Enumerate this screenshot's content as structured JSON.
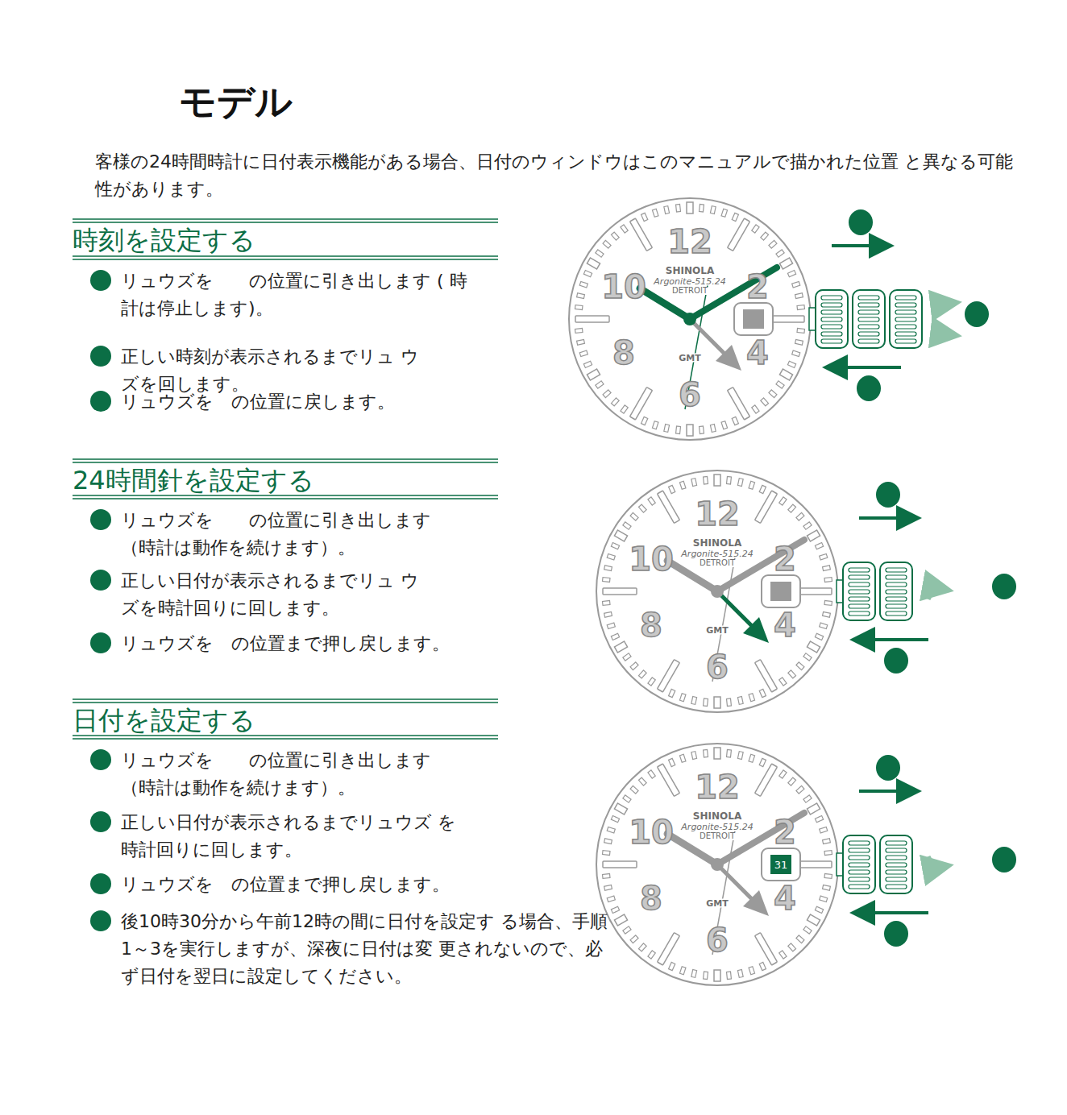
{
  "diagram": {
    "title": "モデル",
    "labels": [
      "客様の24時間時計に日付表示機能がある場合、日付のウィンドウはこのマニュアルで描かれた位置 と異なる可能性があります。",
      "時刻を設定する",
      "リュウズを　　の位置に引き出します ( 時計は停止します)。",
      "正しい時刻が表示されるまでリュ ウズを回します。",
      "リュウズを　の位置に戻します。",
      "24時間針を設定する",
      "リュウズを　　の位置に引き出します （時計は動作を続けます）。",
      "正しい日付が表示されるまでリュ ウズを時計回りに回します。",
      "リュウズを　の位置まで押し戻します。",
      "日付を設定する",
      "リュウズを　　の位置に引き出します （時計は動作を続けます）。",
      "正しい日付が表示されるまでリュウズ を時計回りに回します。",
      "リュウズを　の位置まで押し戻します。",
      "後10時30分から午前12時の間に日付を設定す る場合、手順1～3を実行しますが、深夜に日付は変 更されないので、必ず日付を翌日に設定してください。",
      "12",
      "10",
      "2",
      "8",
      "4",
      "6",
      "SHINOLA",
      "Argonite-515.24",
      "DETROIT",
      "GMT",
      "12",
      "10",
      "2",
      "8",
      "4",
      "6",
      "SHINOLA",
      "Argonite-515.24",
      "DETROIT",
      "GMT",
      "12",
      "10",
      "2",
      "8",
      "4",
      "6",
      "SHINOLA",
      "Argonite-515.24",
      "DETROIT",
      "GMT",
      "31"
    ]
  }
}
